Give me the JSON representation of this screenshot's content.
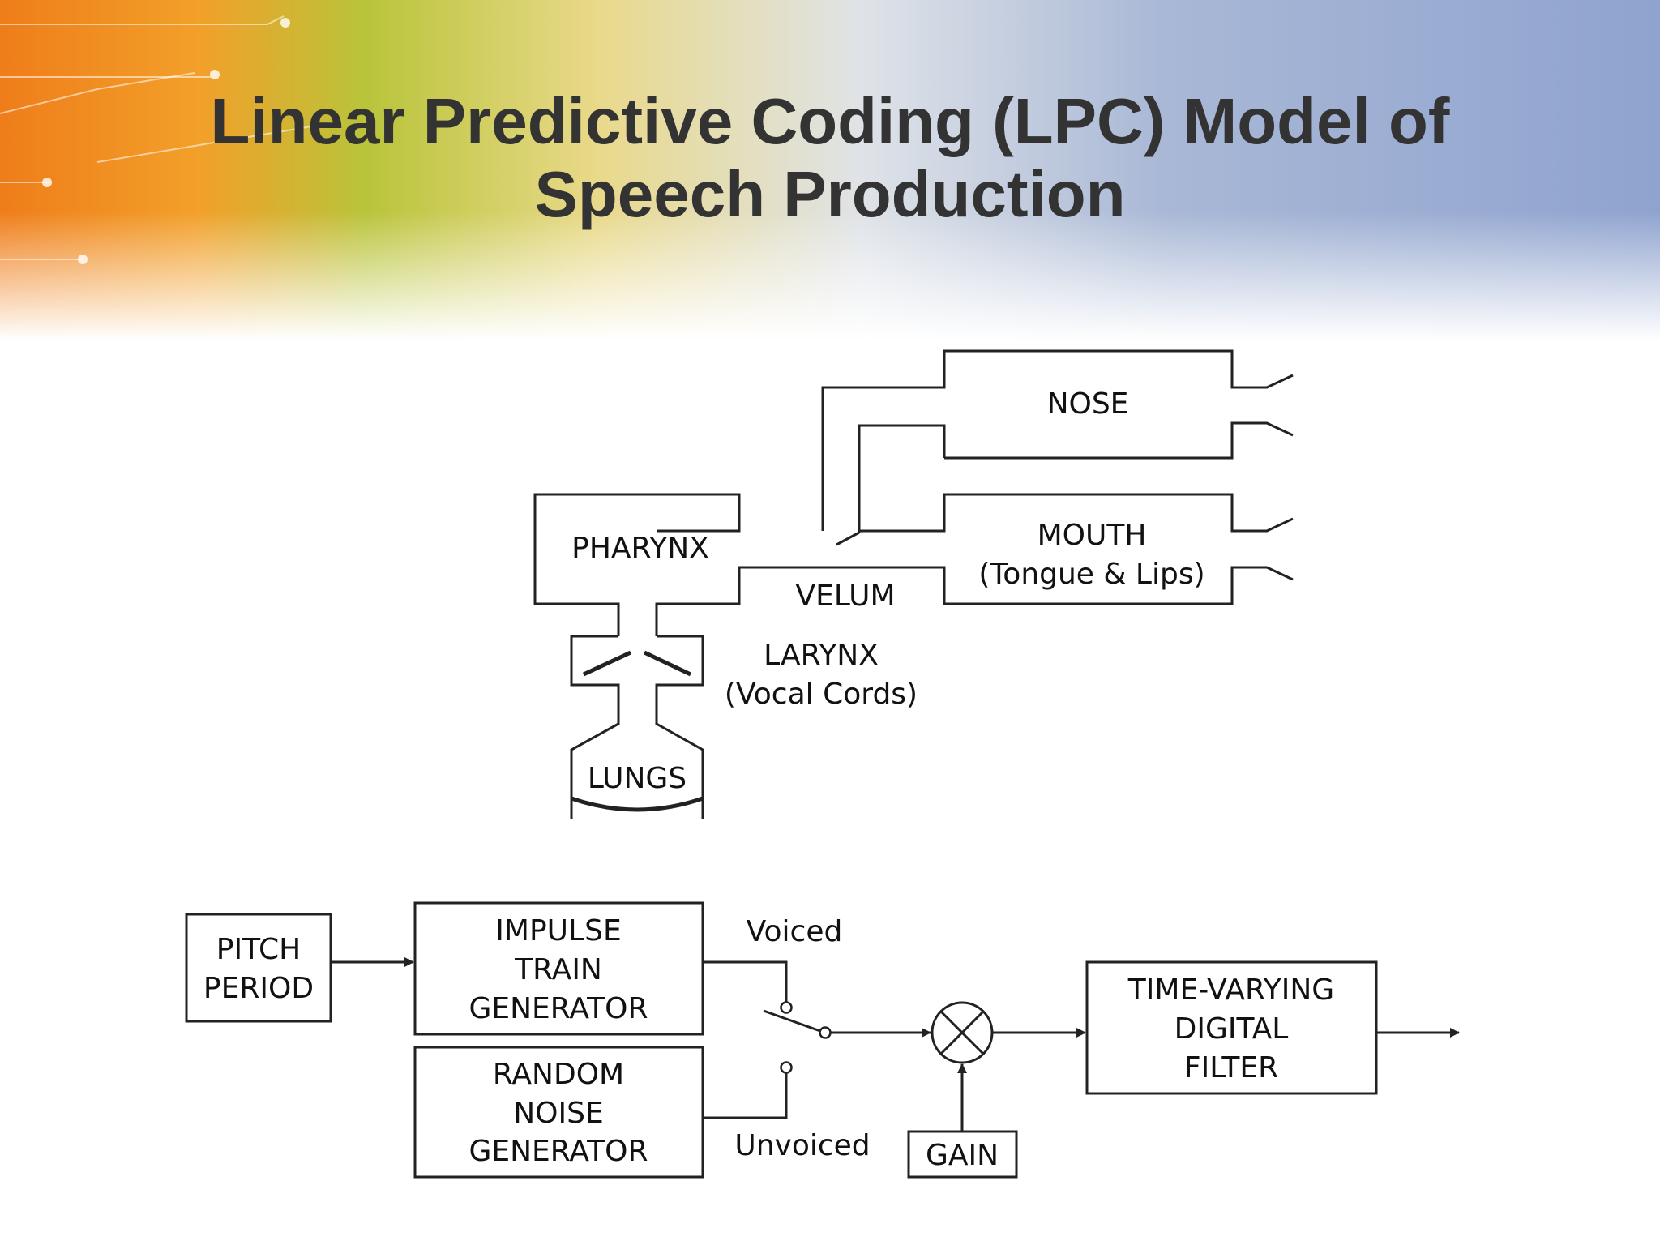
{
  "slide": {
    "title_line1": "Linear Predictive Coding (LPC) Model of",
    "title_line2": "Speech Production"
  },
  "anatomy": {
    "nose": "NOSE",
    "mouth": "MOUTH",
    "mouth_sub": "(Tongue & Lips)",
    "pharynx": "PHARYNX",
    "velum": "VELUM",
    "larynx": "LARYNX",
    "larynx_sub": "(Vocal Cords)",
    "lungs": "LUNGS"
  },
  "block_diagram": {
    "pitch_period": [
      "PITCH",
      "PERIOD"
    ],
    "impulse_train_generator": [
      "IMPULSE",
      "TRAIN",
      "GENERATOR"
    ],
    "random_noise_generator": [
      "RANDOM",
      "NOISE",
      "GENERATOR"
    ],
    "voiced": "Voiced",
    "unvoiced": "Unvoiced",
    "gain": "GAIN",
    "time_varying_digital_filter": [
      "TIME-VARYING",
      "DIGITAL",
      "FILTER"
    ]
  },
  "colors": {
    "title": "#333333",
    "stroke": "#222222",
    "header_orange": "#ef7d1a",
    "header_blue": "#8fa3cf"
  }
}
